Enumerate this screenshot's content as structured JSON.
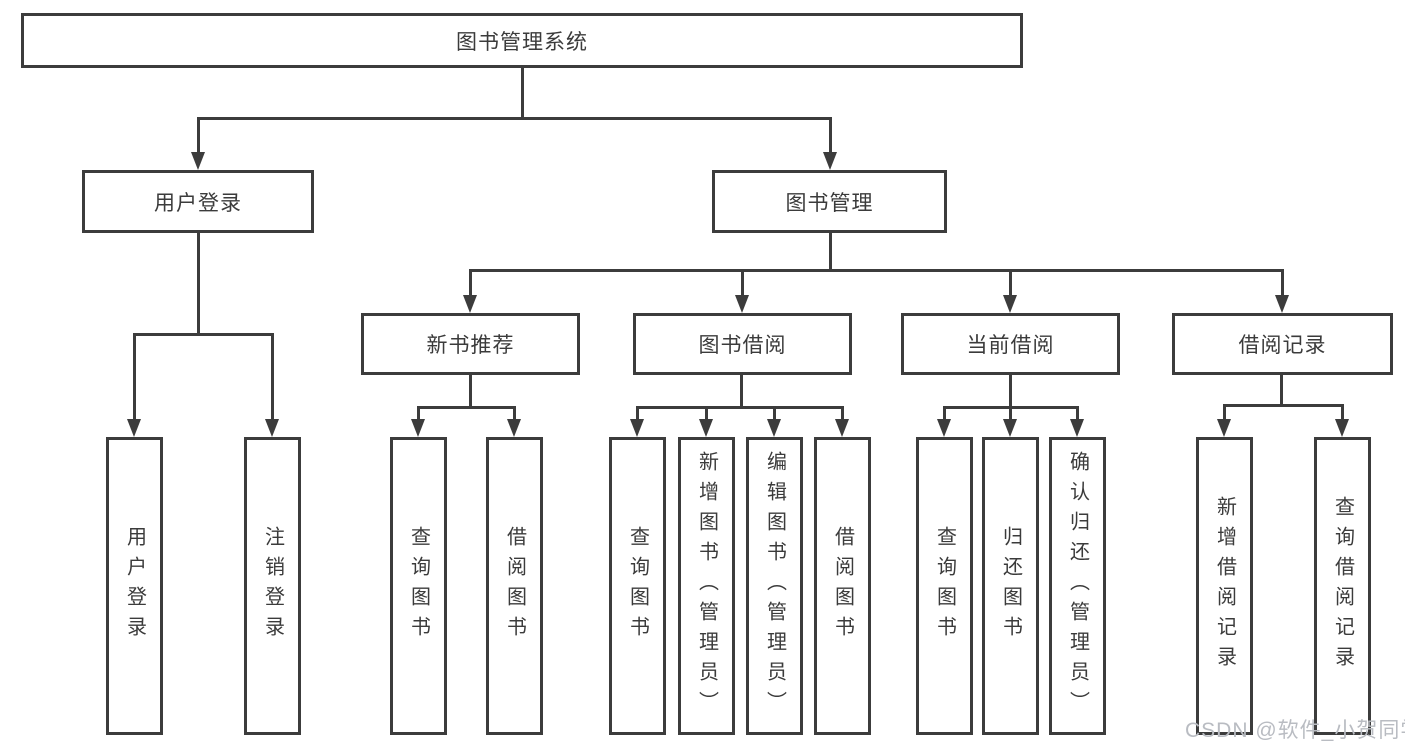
{
  "diagram": {
    "type": "hierarchy-functional-structure",
    "tree": {
      "label": "图书管理系统",
      "children": [
        {
          "label": "用户登录",
          "children": [
            {
              "label": "用户登录"
            },
            {
              "label": "注销登录"
            }
          ]
        },
        {
          "label": "图书管理",
          "children": [
            {
              "label": "新书推荐",
              "children": [
                {
                  "label": "查询图书"
                },
                {
                  "label": "借阅图书"
                }
              ]
            },
            {
              "label": "图书借阅",
              "children": [
                {
                  "label": "查询图书"
                },
                {
                  "label": "新增图书（管理员）"
                },
                {
                  "label": "编辑图书（管理员）"
                },
                {
                  "label": "借阅图书"
                }
              ]
            },
            {
              "label": "当前借阅",
              "children": [
                {
                  "label": "查询图书"
                },
                {
                  "label": "归还图书"
                },
                {
                  "label": "确认归还（管理员）"
                }
              ]
            },
            {
              "label": "借阅记录",
              "children": [
                {
                  "label": "新增借阅记录"
                },
                {
                  "label": "查询借阅记录"
                }
              ]
            }
          ]
        }
      ]
    },
    "colors": {
      "line": "#3c3c3c",
      "text": "#3b3b3b",
      "background": "#ffffff",
      "watermark_text": "#b9bcc2"
    },
    "watermark": "CSDN @软件_小贺同学"
  }
}
